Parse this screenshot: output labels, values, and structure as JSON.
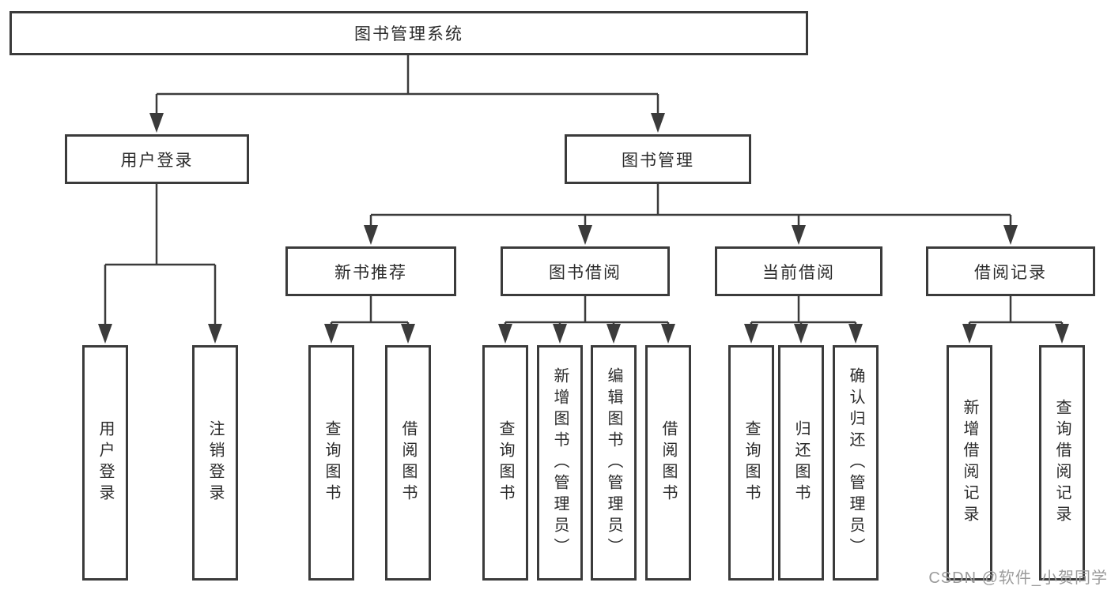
{
  "diagram": {
    "root": {
      "label": "图书管理系统",
      "children": [
        {
          "label": "用户登录",
          "children": [
            {
              "label": "用户登录"
            },
            {
              "label": "注销登录"
            }
          ]
        },
        {
          "label": "图书管理",
          "children": [
            {
              "label": "新书推荐",
              "children": [
                {
                  "label": "查询图书"
                },
                {
                  "label": "借阅图书"
                }
              ]
            },
            {
              "label": "图书借阅",
              "children": [
                {
                  "label": "查询图书"
                },
                {
                  "label": "新增图书（管理员）"
                },
                {
                  "label": "编辑图书（管理员）"
                },
                {
                  "label": "借阅图书"
                }
              ]
            },
            {
              "label": "当前借阅",
              "children": [
                {
                  "label": "查询图书"
                },
                {
                  "label": "归还图书"
                },
                {
                  "label": "确认归还（管理员）"
                }
              ]
            },
            {
              "label": "借阅记录",
              "children": [
                {
                  "label": "新增借阅记录"
                },
                {
                  "label": "查询借阅记录"
                }
              ]
            }
          ]
        }
      ]
    }
  },
  "watermark": {
    "text": "CSDN @软件_小贺同学"
  },
  "colors": {
    "line": "#3b3b3b",
    "box_border": "#3b3b3b",
    "text": "#2b2b2b",
    "watermark": "#9b9b9b",
    "background": "#ffffff"
  }
}
